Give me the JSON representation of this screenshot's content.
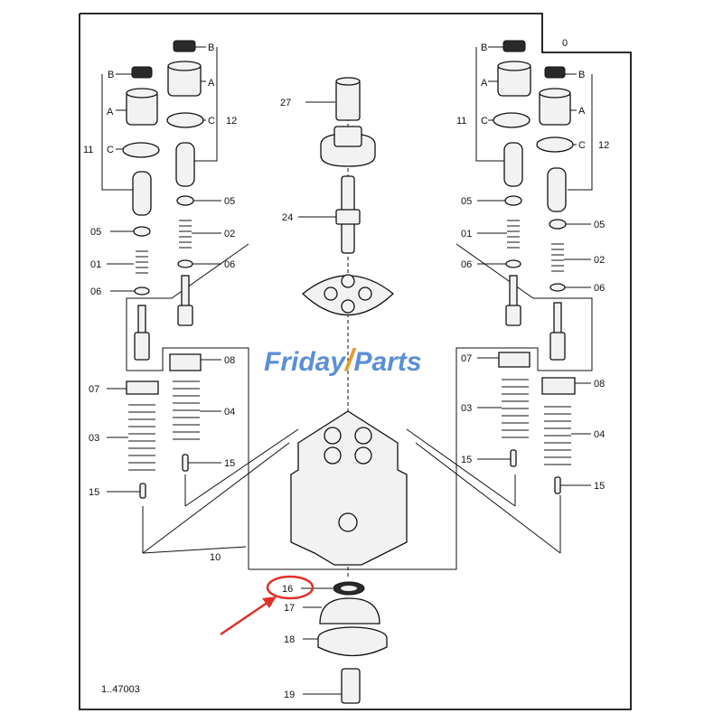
{
  "drawing": {
    "watermark_part1": "Friday",
    "watermark_part2": "Parts",
    "drawing_number": "1..47003",
    "assembly_ref": "0",
    "body_ref": "10",
    "highlighted_part": "16",
    "colors": {
      "watermark_blue": "#5b8fd6",
      "watermark_orange": "#e89a2c",
      "highlight_red": "#e0302a"
    }
  },
  "callouts": {
    "left_stack": {
      "b_top": "B",
      "a_top": "A",
      "c11": "C",
      "n11": "11",
      "n05": "05",
      "n01": "01",
      "n06": "06",
      "n07": "07",
      "n03": "03",
      "n15": "15"
    },
    "left_inner": {
      "b": "B",
      "a": "A",
      "c": "C",
      "n12": "12",
      "n05": "05",
      "n02": "02",
      "n06": "06",
      "n08": "08",
      "n04": "04",
      "n15": "15"
    },
    "center": {
      "n27": "27",
      "n24": "24",
      "n16": "16",
      "n17": "17",
      "n18": "18",
      "n19": "19"
    },
    "right_inner": {
      "b": "B",
      "a": "A",
      "c": "C",
      "n11": "11",
      "n05": "05",
      "n01": "01",
      "n06": "06",
      "n07": "07",
      "n03": "03",
      "n15": "15"
    },
    "right_stack": {
      "b": "B",
      "a": "A",
      "c": "C",
      "n12": "12",
      "n05": "05",
      "n02": "02",
      "n06": "06",
      "n08": "08",
      "n04": "04",
      "n15": "15"
    }
  }
}
